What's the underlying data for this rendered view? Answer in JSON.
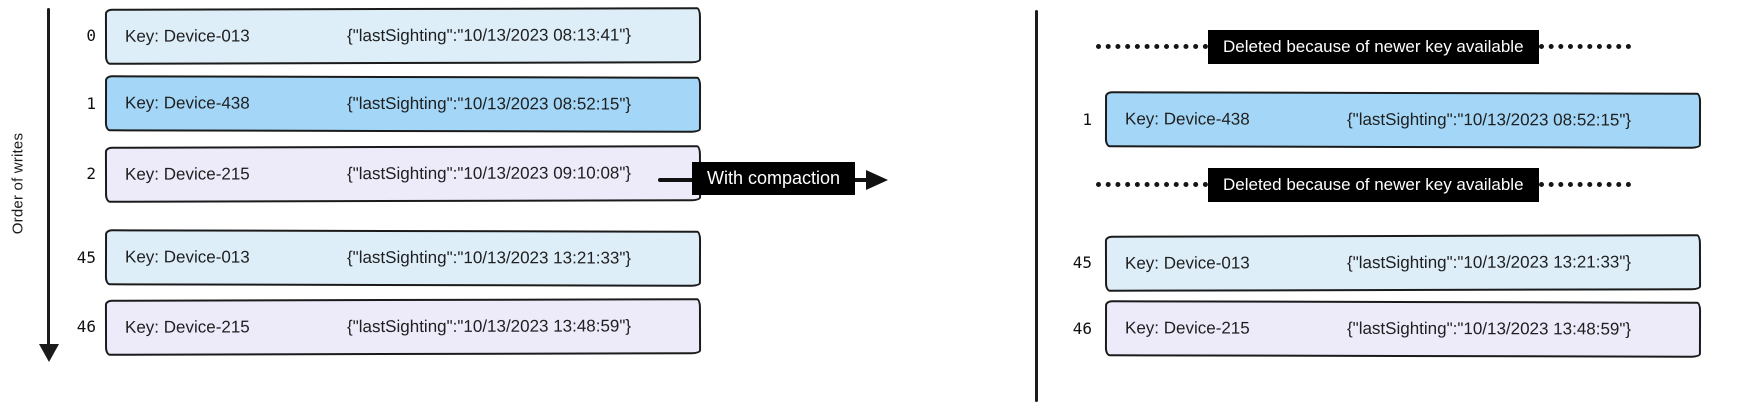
{
  "axis_label": "Order of writes",
  "compaction_arrow_label": "With compaction",
  "colors": {
    "record_light_blue": "#ddeef9",
    "record_medium_blue": "#a4d7f7",
    "record_lavender": "#edeafa",
    "label_bg": "#000000",
    "label_text": "#ffffff",
    "stroke": "#1b1b1b"
  },
  "left_log": {
    "rows": [
      {
        "offset": "0",
        "key": "Key: Device-013",
        "value": "{\"lastSighting\":\"10/13/2023 08:13:41\"}",
        "variant": "lightblue"
      },
      {
        "offset": "1",
        "key": "Key: Device-438",
        "value": "{\"lastSighting\":\"10/13/2023 08:52:15\"}",
        "variant": "blue"
      },
      {
        "offset": "2",
        "key": "Key: Device-215",
        "value": "{\"lastSighting\":\"10/13/2023 09:10:08\"}",
        "variant": "lavender"
      },
      {
        "offset": "45",
        "key": "Key: Device-013",
        "value": "{\"lastSighting\":\"10/13/2023 13:21:33\"}",
        "variant": "lightblue"
      },
      {
        "offset": "46",
        "key": "Key: Device-215",
        "value": "{\"lastSighting\":\"10/13/2023 13:48:59\"}",
        "variant": "lavender"
      }
    ]
  },
  "right_log": {
    "deleted_markers": [
      "Deleted because of newer key available",
      "Deleted because of newer key available"
    ],
    "rows": [
      {
        "offset": "1",
        "key": "Key: Device-438",
        "value": "{\"lastSighting\":\"10/13/2023 08:52:15\"}",
        "variant": "blue"
      },
      {
        "offset": "45",
        "key": "Key: Device-013",
        "value": "{\"lastSighting\":\"10/13/2023 13:21:33\"}",
        "variant": "lightblue"
      },
      {
        "offset": "46",
        "key": "Key: Device-215",
        "value": "{\"lastSighting\":\"10/13/2023 13:48:59\"}",
        "variant": "lavender"
      }
    ]
  }
}
